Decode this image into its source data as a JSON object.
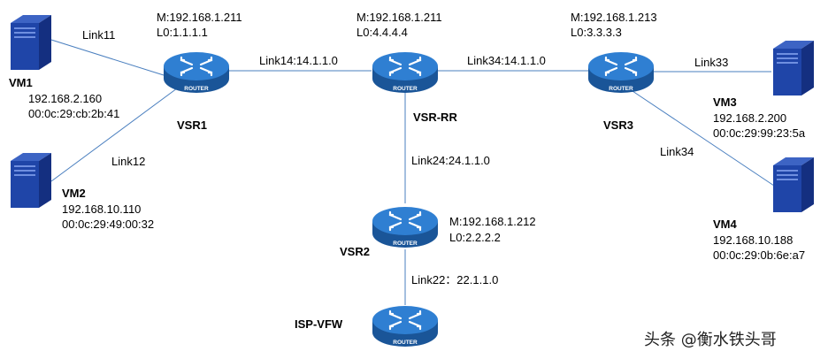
{
  "routers": {
    "vsr1": {
      "name": "VSR1",
      "mgmt": "M:192.168.1.211",
      "loopback": "L0:1.1.1.1",
      "badge": "ROUTER"
    },
    "vsrrr": {
      "name": "VSR-RR",
      "mgmt": "M:192.168.1.211",
      "loopback": "L0:4.4.4.4",
      "badge": "ROUTER"
    },
    "vsr3": {
      "name": "VSR3",
      "mgmt": "M:192.168.1.213",
      "loopback": "L0:3.3.3.3",
      "badge": "ROUTER"
    },
    "vsr2": {
      "name": "VSR2",
      "mgmt": "M:192.168.1.212",
      "loopback": "L0:2.2.2.2",
      "badge": "ROUTER"
    },
    "ispvfw": {
      "name": "ISP-VFW",
      "badge": "ROUTER"
    }
  },
  "hosts": {
    "vm1": {
      "name": "VM1",
      "ip": "192.168.2.160",
      "mac": "00:0c:29:cb:2b:41"
    },
    "vm2": {
      "name": "VM2",
      "ip": "192.168.10.110",
      "mac": "00:0c:29:49:00:32"
    },
    "vm3": {
      "name": "VM3",
      "ip": "192.168.2.200",
      "mac": "00:0c:29:99:23:5a"
    },
    "vm4": {
      "name": "VM4",
      "ip": "192.168.10.188",
      "mac": "00:0c:29:0b:6e:a7"
    }
  },
  "links": {
    "link11": "Link11",
    "link12": "Link12",
    "link14": "Link14:14.1.1.0",
    "link34a": "Link34:14.1.1.0",
    "link33": "Link33",
    "link34b": "Link34",
    "link24": "Link24:24.1.1.0",
    "link22": "Link22：22.1.1.0"
  },
  "watermark": "头条 @衡水铁头哥",
  "colors": {
    "link": "#4a7fbf",
    "router_body": "#1f5fa8",
    "router_top": "#2d7ccf",
    "server": "#1e3f9e"
  }
}
